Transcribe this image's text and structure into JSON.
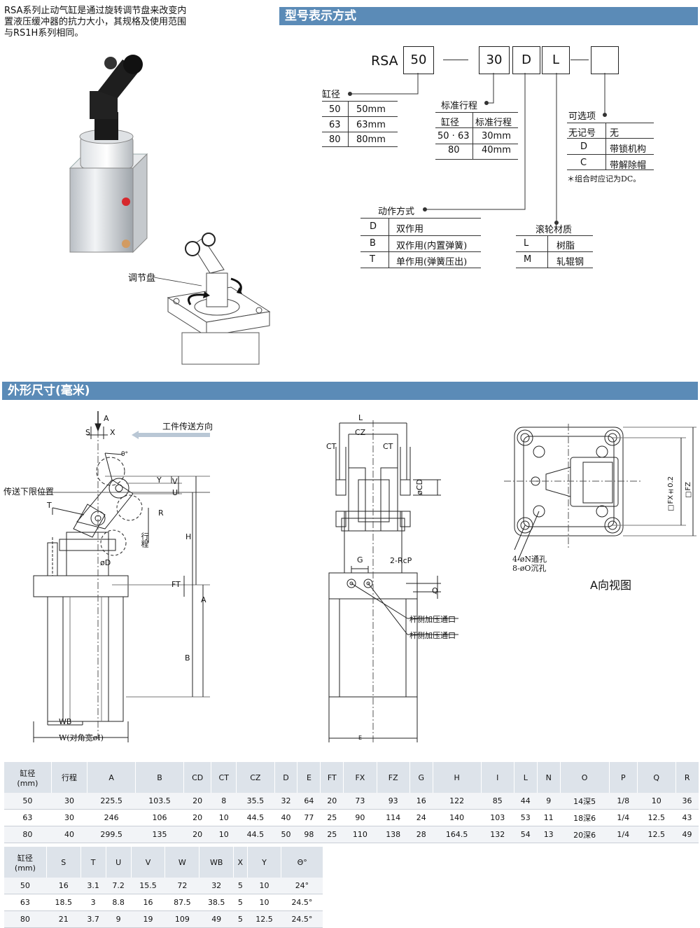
{
  "intro": {
    "lines": [
      "RSA系列止动气缸是通过旋转调节盘来改变内",
      "置液压缓冲器的抗力大小，其规格及使用范围",
      "与RS1H系列相同。"
    ],
    "adjust_label": "调节盘"
  },
  "sections": {
    "model": "型号表示方式",
    "dimensions": "外形尺寸(毫米)"
  },
  "model_code": {
    "prefix": "RSA",
    "bore": "50",
    "dash": "—",
    "stroke": "30",
    "action": "D",
    "roller": "L",
    "options": ""
  },
  "bore_table": {
    "title": "缸径",
    "rows": [
      [
        "50",
        "50mm"
      ],
      [
        "63",
        "63mm"
      ],
      [
        "80",
        "80mm"
      ]
    ]
  },
  "stroke_table": {
    "title": "标准行程",
    "headers": [
      "缸径",
      "标准行程"
    ],
    "rows": [
      [
        "50 · 63",
        "30mm"
      ],
      [
        "80",
        "40mm"
      ]
    ]
  },
  "options_table": {
    "title": "可选项",
    "rows": [
      [
        "无记号",
        "无"
      ],
      [
        "D",
        "带锁机构"
      ],
      [
        "C",
        "带解除帽"
      ]
    ],
    "note": "＊组合时应记为DC。"
  },
  "action_table": {
    "title": "动作方式",
    "rows": [
      [
        "D",
        "双作用"
      ],
      [
        "B",
        "双作用(内置弹簧)"
      ],
      [
        "T",
        "单作用(弹簧压出)"
      ]
    ]
  },
  "roller_table": {
    "title": "滚轮材质",
    "rows": [
      [
        "L",
        "树脂"
      ],
      [
        "M",
        "轧辊钢"
      ]
    ]
  },
  "drawing_labels": {
    "A": "A",
    "S": "S",
    "X": "X",
    "theta": "θ°",
    "work_direction": "工件传送方向",
    "lower_limit": "传送下限位置",
    "T": "T",
    "Y": "Y",
    "U": "U",
    "V": "V",
    "R": "R",
    "stroke": "行程",
    "H": "H",
    "phiD": "øD",
    "FT": "FT",
    "A_dim": "A",
    "B": "B",
    "WB": "WB",
    "W": "W(对角宽øI)",
    "L": "L",
    "CZ": "CZ",
    "CT": "CT",
    "CD": "øCD",
    "G": "G",
    "RcP": "2-RcP",
    "Q": "Q",
    "rod_port": "杆侧加压通口",
    "head_port": "杆侧加压通口",
    "E": "E",
    "FX": "□FX±0.2",
    "FZ": "□FZ",
    "N_hole": "4-øN通孔",
    "O_hole": "8-øO沉孔",
    "view_title": "A向视图"
  },
  "table1": {
    "headers": [
      "缸径\n(mm)",
      "行程",
      "A",
      "B",
      "CD",
      "CT",
      "CZ",
      "D",
      "E",
      "FT",
      "FX",
      "FZ",
      "G",
      "H",
      "I",
      "L",
      "N",
      "O",
      "P",
      "Q",
      "R"
    ],
    "rows": [
      [
        "50",
        "30",
        "225.5",
        "103.5",
        "20",
        "8",
        "35.5",
        "32",
        "64",
        "20",
        "73",
        "93",
        "16",
        "122",
        "85",
        "44",
        "9",
        "14深5",
        "1/8",
        "10",
        "36"
      ],
      [
        "63",
        "30",
        "246",
        "106",
        "20",
        "10",
        "44.5",
        "40",
        "77",
        "25",
        "90",
        "114",
        "24",
        "140",
        "103",
        "53",
        "11",
        "18深6",
        "1/4",
        "12.5",
        "43"
      ],
      [
        "80",
        "40",
        "299.5",
        "135",
        "20",
        "10",
        "44.5",
        "50",
        "98",
        "25",
        "110",
        "138",
        "28",
        "164.5",
        "132",
        "54",
        "13",
        "20深6",
        "1/4",
        "12.5",
        "49"
      ]
    ]
  },
  "table2": {
    "headers": [
      "缸径\n(mm)",
      "S",
      "T",
      "U",
      "V",
      "W",
      "WB",
      "X",
      "Y",
      "Θ°"
    ],
    "rows": [
      [
        "50",
        "16",
        "3.1",
        "7.2",
        "15.5",
        "72",
        "32",
        "5",
        "10",
        "24°"
      ],
      [
        "63",
        "18.5",
        "3",
        "8.8",
        "16",
        "87.5",
        "38.5",
        "5",
        "10",
        "24.5°"
      ],
      [
        "80",
        "21",
        "3.7",
        "9",
        "19",
        "109",
        "49",
        "5",
        "12.5",
        "24.5°"
      ]
    ]
  }
}
